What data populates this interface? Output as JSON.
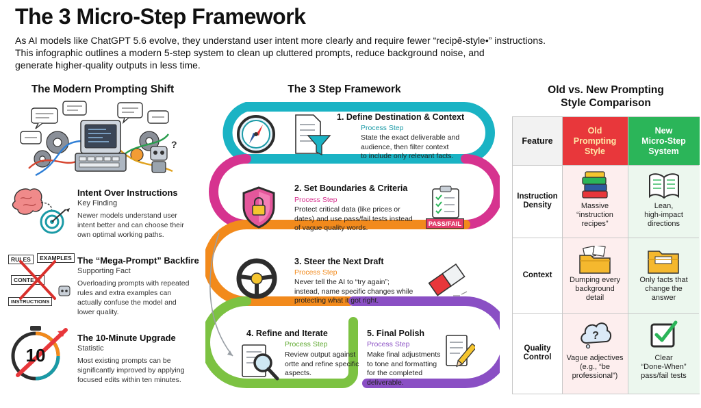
{
  "title": "The 3 Micro-Step Framework",
  "intro": [
    "As AI models like ChatGPT 5.6 evolve, they understand user intent more clearly and require fewer “recipê-style•” instructions.",
    "This infographic outlines a modern 5-step system to clean up cluttered prompts, reduce background noise, and",
    "generate higher-quality outputs in less time."
  ],
  "left": {
    "heading": "The Modern Prompting Shift",
    "items": [
      {
        "title": "Intent Over Instructions",
        "kind": "Key Finding",
        "desc": [
          "Newer models understand user",
          "intent better and can choose their",
          "own optimal working paths."
        ]
      },
      {
        "title": "The “Mega-Prompt” Backfire",
        "kind": "Supporting Fact",
        "desc": [
          "Overloading prompts with repeated",
          "rules and extra examples can",
          "actually confuse the model and",
          "lower quality."
        ]
      },
      {
        "title": "The 10-Minute Upgrade",
        "kind": "Statistic",
        "desc": [
          "Most existing prompts can be",
          "significantly improved by applying",
          "focused edits within ten minutes."
        ]
      }
    ],
    "collage_labels": [
      "RULES",
      "EXAMPLES",
      "CONTEXT",
      "INSTRUCTIONS"
    ],
    "timer_number": "10"
  },
  "framework": {
    "heading": "The 3 Step Framework",
    "steps": [
      {
        "title": "1. Define Destination & Context",
        "kind": "Process Step",
        "desc": [
          "State the exact deliverable and",
          "audience, then filter context",
          "to include only relevant facts."
        ],
        "color": "#1ab3c4"
      },
      {
        "title": "2. Set Boundaries & Criteria",
        "kind": "Process Step",
        "desc": [
          "Protect critical data (like prices or",
          "dates) and use pass/fail tests instead",
          "of vague quality words."
        ],
        "color": "#d6338f",
        "badge": "PASS/FAIL"
      },
      {
        "title": "3. Steer the Next Draft",
        "kind": "Process Step",
        "desc": [
          "Never tell the AI to “try again”;",
          "instead, name specific changes while",
          "protecting what it got right."
        ],
        "color": "#f28a1c"
      },
      {
        "title": "4. Refine and Iterate",
        "kind": "Process Step",
        "desc": [
          "Review output against",
          "ortte and refine specific",
          "aspects."
        ],
        "color": "#7cc242"
      },
      {
        "title": "5. Final Polish",
        "kind": "Process Step",
        "desc": [
          "Make final adjustments",
          "to tone and formatting",
          "for the completed",
          "deliverable."
        ],
        "color": "#8a4fc4"
      }
    ]
  },
  "comparison": {
    "heading": [
      "Old vs. New Prompting",
      "Style Comparison"
    ],
    "columns": {
      "feature": "Feature",
      "old": [
        "Old",
        "Prompting",
        "Style"
      ],
      "new": [
        "New",
        "Micro-Step",
        "System"
      ]
    },
    "colors": {
      "old": "#e8373b",
      "new": "#2bb559",
      "old_bg": "#fdeeee",
      "new_bg": "#ecf7ee"
    },
    "rows": [
      {
        "label": [
          "Instruction",
          "Density"
        ],
        "old": [
          "Massive",
          "“instruction",
          "recipes”"
        ],
        "new": [
          "Lean,",
          "high-impact",
          "directions"
        ]
      },
      {
        "label": [
          "Context"
        ],
        "old": [
          "Dumping every",
          "background",
          "detail"
        ],
        "new": [
          "Only facts that",
          "change the",
          "answer"
        ]
      },
      {
        "label": [
          "Quality",
          "Control"
        ],
        "old": [
          "Vague adjectives",
          "(e.g., “be",
          "professional”)"
        ],
        "new": [
          "Clear",
          "“Done-When”",
          "pass/fail tests"
        ]
      }
    ]
  }
}
